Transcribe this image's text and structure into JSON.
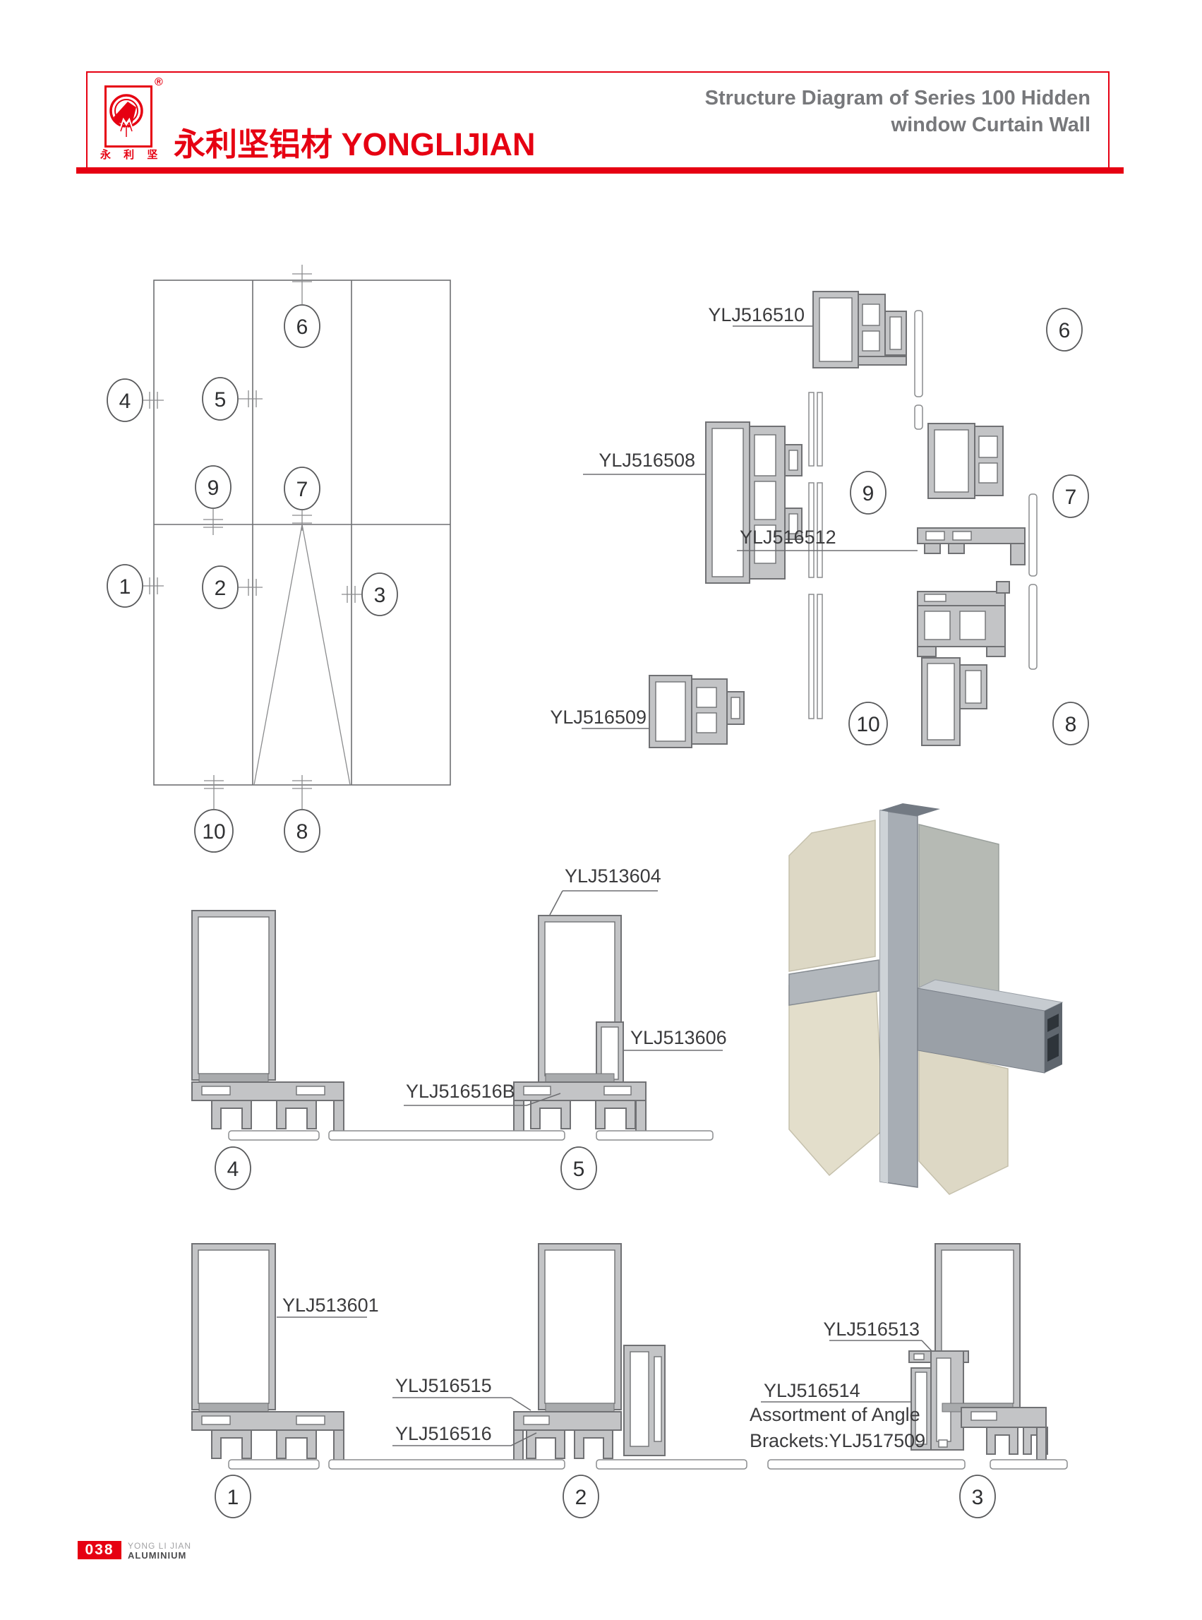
{
  "header": {
    "registered": "®",
    "logo_caption": "永 利 坚",
    "brand": "永利坚铝材 YONGLIJIAN",
    "title_line1": "Structure Diagram of Series 100 Hidden",
    "title_line2": "window Curtain Wall"
  },
  "footer": {
    "page_number": "038",
    "line1": "YONG LI JIAN",
    "line2": "ALUMINIUM"
  },
  "callouts": {
    "n1": "1",
    "n2": "2",
    "n3": "3",
    "n4": "4",
    "n5": "5",
    "n6": "6",
    "n7": "7",
    "n8": "8",
    "n9": "9",
    "n10": "10"
  },
  "parts": {
    "p513601": "YLJ513601",
    "p513604": "YLJ513604",
    "p513606": "YLJ513606",
    "p516508": "YLJ516508",
    "p516509": "YLJ516509",
    "p516510": "YLJ516510",
    "p516512": "YLJ516512",
    "p516513": "YLJ516513",
    "p516514": "YLJ516514",
    "p516515": "YLJ516515",
    "p516516": "YLJ516516",
    "p516516B": "YLJ516516B",
    "note1": "Assortment of Angle",
    "note2": "Brackets:YLJ517509"
  },
  "colors": {
    "accent_red": "#e60012",
    "title_gray": "#77787b",
    "line_gray": "#6e6f72",
    "profile_fill": "#c3c4c6",
    "profile_stroke": "#707174",
    "glass_beige": "#ddd8c5",
    "metal_gray": "#a7adb4"
  }
}
